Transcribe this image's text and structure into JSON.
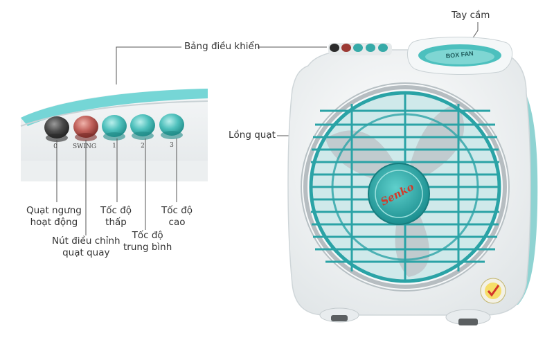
{
  "labels": {
    "control_panel": "Bảng điều khiển",
    "handle": "Tay cầm",
    "fan_cage": "Lồng quạt",
    "stop": [
      "Quạt ngưng",
      "hoạt động"
    ],
    "swing": [
      "Nút điều chỉnh",
      "quạt quay"
    ],
    "low": [
      "Tốc độ",
      "thấp"
    ],
    "medium": [
      "Tốc độ",
      "trung bình"
    ],
    "high": [
      "Tốc độ",
      "cao"
    ]
  },
  "buttons": [
    {
      "mark": "0",
      "color": "#3b3b3b"
    },
    {
      "mark": "SWING",
      "color": "#b5524a"
    },
    {
      "mark": "1",
      "color": "#49b8b4"
    },
    {
      "mark": "2",
      "color": "#49b8b4"
    },
    {
      "mark": "3",
      "color": "#49b8b4"
    }
  ],
  "fan": {
    "brand": "Senko",
    "model_label": "BOX FAN",
    "accent": "#2aa3a6",
    "body": "#f1f3f4"
  }
}
